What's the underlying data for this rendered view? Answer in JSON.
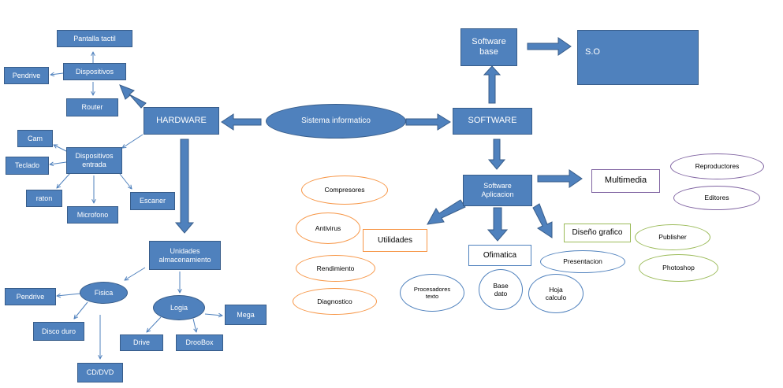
{
  "colors": {
    "node_fill": "#4f81bd",
    "node_border": "#385d8a",
    "connector": "#4f81bd",
    "orange": "#f79646",
    "purple": "#8064a2",
    "green": "#9bbb59"
  },
  "diagram": {
    "nodes": [
      {
        "id": "sistema",
        "label": "Sistema informatico"
      },
      {
        "id": "hardware",
        "label": "HARDWARE"
      },
      {
        "id": "software",
        "label": "SOFTWARE"
      },
      {
        "id": "software_base",
        "label": "Software\nbase"
      },
      {
        "id": "so",
        "label": "S.O"
      },
      {
        "id": "software_aplicacion",
        "label": "Software\nAplicacion"
      },
      {
        "id": "pantalla_tactil",
        "label": "Pantalla tactil"
      },
      {
        "id": "dispositivos",
        "label": "Dispositivos"
      },
      {
        "id": "pendrive_top",
        "label": "Pendrive"
      },
      {
        "id": "router",
        "label": "Router"
      },
      {
        "id": "dispositivos_entrada",
        "label": "Dispositivos\nentrada"
      },
      {
        "id": "cam",
        "label": "Cam"
      },
      {
        "id": "teclado",
        "label": "Teclado"
      },
      {
        "id": "raton",
        "label": "raton"
      },
      {
        "id": "microfono",
        "label": "Microfono"
      },
      {
        "id": "escaner",
        "label": "Escaner"
      },
      {
        "id": "unidades",
        "label": "Unidades\nalmacenamiento"
      },
      {
        "id": "fisica",
        "label": "Fisica"
      },
      {
        "id": "logia",
        "label": "Logia"
      },
      {
        "id": "pendrive_bottom",
        "label": "Pendrive"
      },
      {
        "id": "disco_duro",
        "label": "Disco duro"
      },
      {
        "id": "cd_dvd",
        "label": "CD/DVD"
      },
      {
        "id": "drive",
        "label": "Drive"
      },
      {
        "id": "droobox",
        "label": "DrooBox"
      },
      {
        "id": "mega",
        "label": "Mega"
      },
      {
        "id": "multimedia",
        "label": "Multimedia"
      },
      {
        "id": "reproductores",
        "label": "Reproductores"
      },
      {
        "id": "editores",
        "label": "Editores"
      },
      {
        "id": "utilidades",
        "label": "Utilidades"
      },
      {
        "id": "compresores",
        "label": "Compresores"
      },
      {
        "id": "antivirus",
        "label": "Antivirus"
      },
      {
        "id": "rendimiento",
        "label": "Rendimiento"
      },
      {
        "id": "diagnostico",
        "label": "Diagnostico"
      },
      {
        "id": "ofimatica",
        "label": "Ofimatica"
      },
      {
        "id": "procesadores_texto",
        "label": "Procesadores\ntexto"
      },
      {
        "id": "base_dato",
        "label": "Base\ndato"
      },
      {
        "id": "hoja_calculo",
        "label": "Hoja\ncalculo"
      },
      {
        "id": "diseno_grafico",
        "label": "Diseño grafico"
      },
      {
        "id": "presentacion",
        "label": "Presentacion"
      },
      {
        "id": "publisher",
        "label": "Publisher"
      },
      {
        "id": "photoshop",
        "label": "Photoshop"
      }
    ],
    "edges": [
      {
        "from": "sistema",
        "to": "hardware"
      },
      {
        "from": "sistema",
        "to": "software"
      },
      {
        "from": "software",
        "to": "software_base"
      },
      {
        "from": "software_base",
        "to": "so"
      },
      {
        "from": "software",
        "to": "software_aplicacion"
      },
      {
        "from": "hardware",
        "to": "dispositivos"
      },
      {
        "from": "hardware",
        "to": "dispositivos_entrada"
      },
      {
        "from": "hardware",
        "to": "unidades"
      },
      {
        "from": "dispositivos",
        "to": "pantalla_tactil"
      },
      {
        "from": "dispositivos",
        "to": "pendrive_top"
      },
      {
        "from": "dispositivos",
        "to": "router"
      },
      {
        "from": "dispositivos_entrada",
        "to": "cam"
      },
      {
        "from": "dispositivos_entrada",
        "to": "teclado"
      },
      {
        "from": "dispositivos_entrada",
        "to": "raton"
      },
      {
        "from": "dispositivos_entrada",
        "to": "microfono"
      },
      {
        "from": "dispositivos_entrada",
        "to": "escaner"
      },
      {
        "from": "unidades",
        "to": "fisica"
      },
      {
        "from": "unidades",
        "to": "logia"
      },
      {
        "from": "fisica",
        "to": "pendrive_bottom"
      },
      {
        "from": "fisica",
        "to": "disco_duro"
      },
      {
        "from": "fisica",
        "to": "cd_dvd"
      },
      {
        "from": "logia",
        "to": "drive"
      },
      {
        "from": "logia",
        "to": "droobox"
      },
      {
        "from": "logia",
        "to": "mega"
      },
      {
        "from": "software_aplicacion",
        "to": "multimedia"
      },
      {
        "from": "software_aplicacion",
        "to": "utilidades"
      },
      {
        "from": "software_aplicacion",
        "to": "ofimatica"
      },
      {
        "from": "software_aplicacion",
        "to": "diseno_grafico"
      }
    ]
  }
}
